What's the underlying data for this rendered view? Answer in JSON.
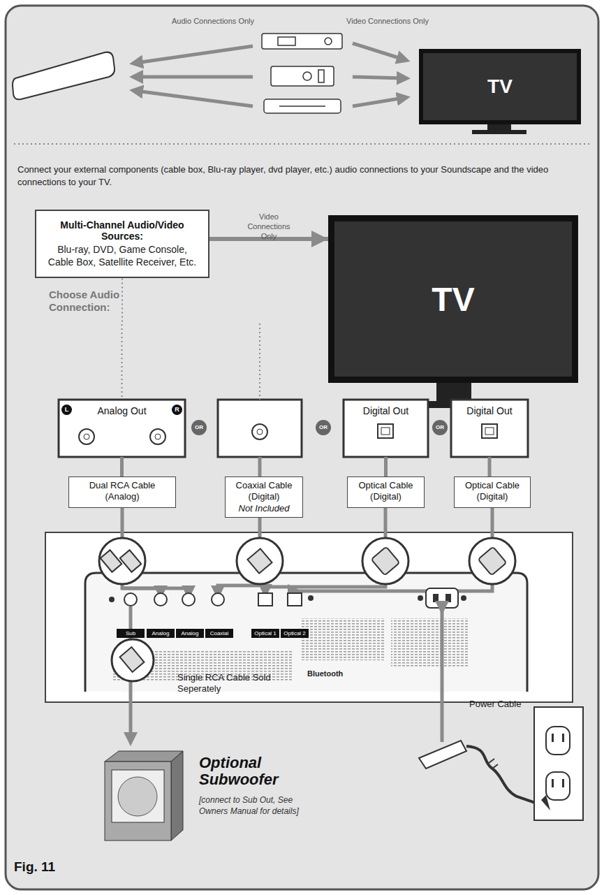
{
  "diagram": {
    "caption": "Fig. 11",
    "nodes": [
      {
        "text": [
          "TV"
        ]
      },
      {
        "text": [
          "Multi-Channel Audio/Video Sources:",
          "Blu-ray, DVD, Game Console, Cable Box, Satellite Receiver, Etc."
        ]
      },
      {
        "text": [
          "TV"
        ]
      },
      {
        "text": [
          "Analog Out"
        ]
      },
      {
        "text": [
          "Digital Out"
        ]
      },
      {
        "text": [
          "Digital Out"
        ]
      },
      {
        "text": [
          "Dual RCA Cable (Analog)"
        ]
      },
      {
        "text": [
          "Coaxial Cable (Digital)",
          "Not Included"
        ]
      },
      {
        "text": [
          "Optical Cable (Digital)"
        ]
      },
      {
        "text": [
          "Optical Cable (Digital)"
        ]
      }
    ],
    "edges": [
      {
        "from": 1,
        "to": 2,
        "arrow": "to",
        "label": "Video Connections Only"
      },
      {
        "from": 1,
        "to": 3,
        "arrow": "none"
      },
      {
        "from": 1,
        "to": 4,
        "arrow": "none"
      },
      {
        "from": 1,
        "to": 5,
        "arrow": "none"
      },
      {
        "from": 3,
        "to": 6,
        "arrow": "none"
      },
      {
        "from": 4,
        "to": 8,
        "arrow": "none"
      },
      {
        "from": 5,
        "to": 9,
        "arrow": "none"
      }
    ],
    "labels": [
      "Audio Connections Only",
      "Video Connections Only",
      "Connect your external components (cable box, Blu-ray player, dvd player, etc.) audio connections to your Soundscape and the video connections to your TV.",
      "Choose Audio Connection:",
      "L",
      "R",
      "OR",
      "OR",
      "OR",
      "Sub",
      "Analog",
      "Analog",
      "Coaxial",
      "Optical 1",
      "Optical 2",
      "Bluetooth",
      "Single RCA Cable Sold Seperately",
      "Power Cable",
      "Optional Subwoofer",
      "[connect to Sub Out, See Owners Manual for details]"
    ]
  }
}
